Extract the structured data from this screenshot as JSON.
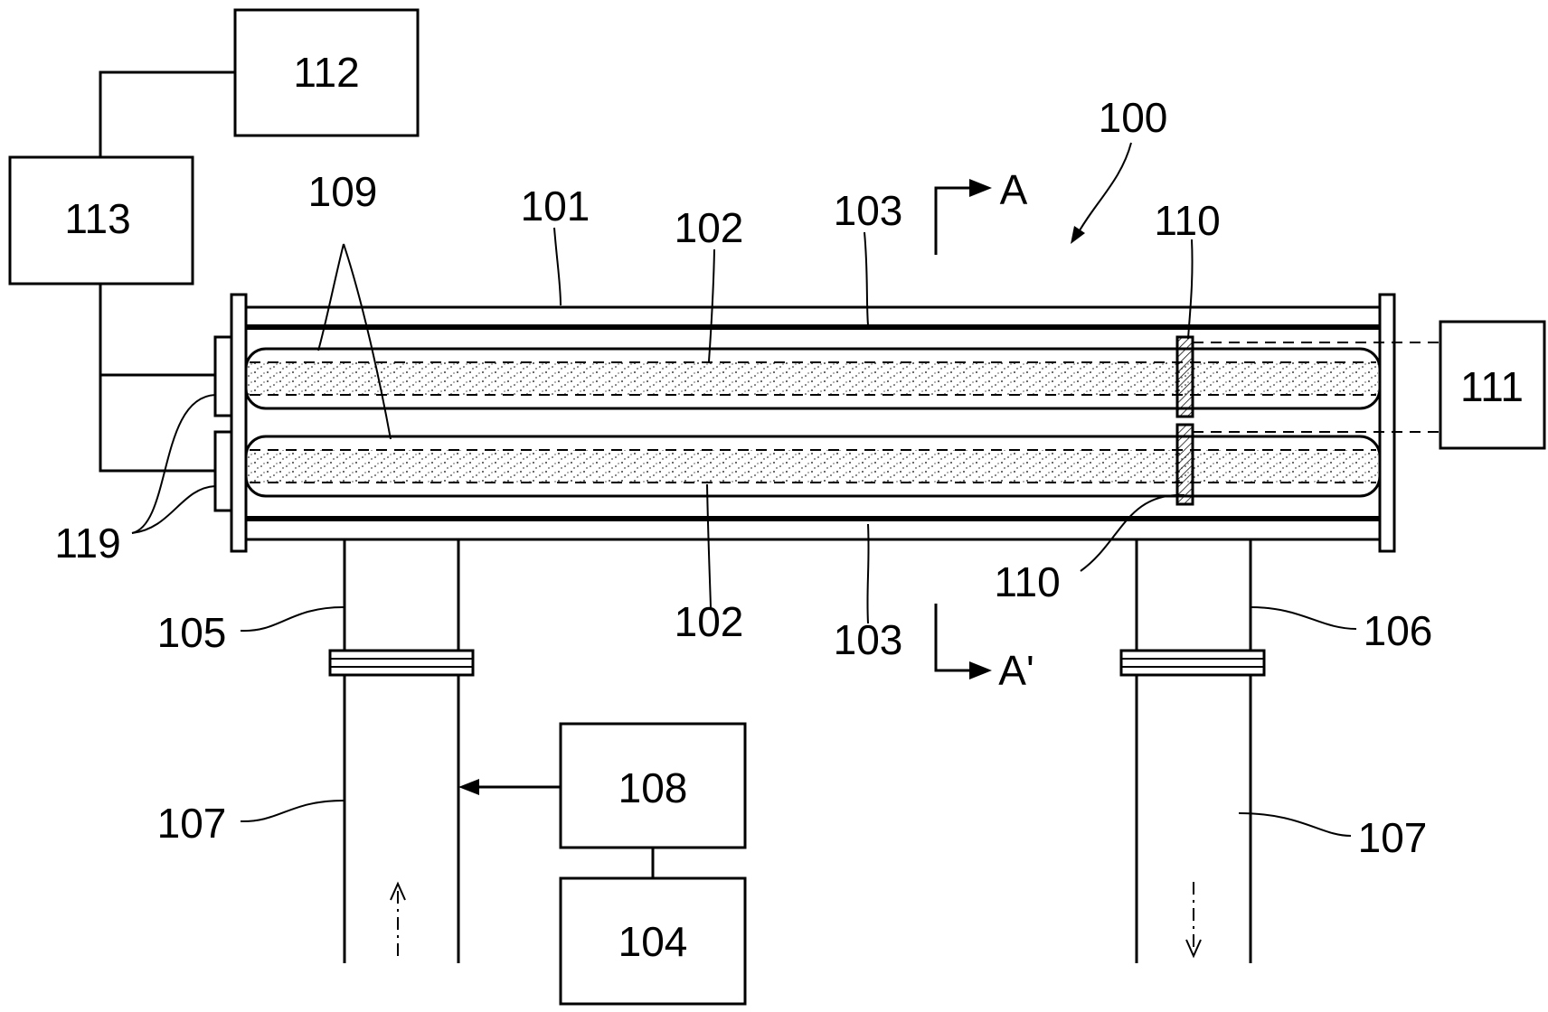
{
  "labels": {
    "l100": "100",
    "l101": "101",
    "l102_top": "102",
    "l102_bottom": "102",
    "l103_top": "103",
    "l103_bottom": "103",
    "l104": "104",
    "l105": "105",
    "l106": "106",
    "l107_left": "107",
    "l107_right": "107",
    "l108": "108",
    "l109": "109",
    "l110_top": "110",
    "l110_bottom": "110",
    "l111": "111",
    "l112": "112",
    "l113": "113",
    "l119": "119",
    "section_a": "A",
    "section_a_prime": "A'"
  }
}
